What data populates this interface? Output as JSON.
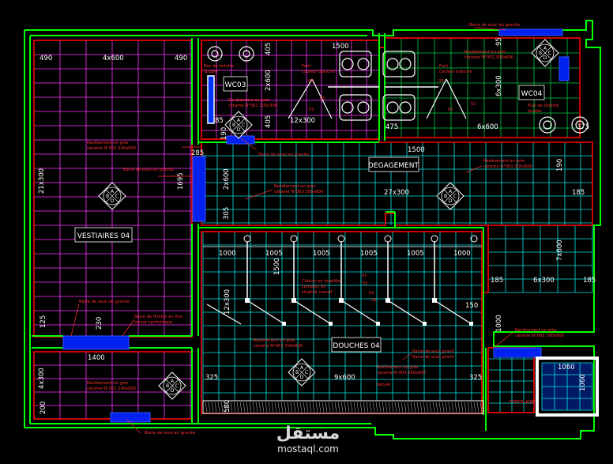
{
  "colors": {
    "background": "#000000",
    "wall": "#00ff00",
    "red_line": "#ff0000",
    "tile_magenta": "#ff33ff",
    "tile_cyan": "#00e5e5",
    "tile_green": "#00cc44",
    "blue_fill": "#0033ff",
    "dim_text": "#ffffff",
    "annotation": "#ff2222"
  },
  "rooms": {
    "vestiaires": "VESTIAIRES 04",
    "wc03": "WC03",
    "wc04": "WC04",
    "degagement": "DEGAGEMENT",
    "douches": "DOUCHES 04"
  },
  "symbol": {
    "top": "A",
    "left": "B",
    "right": "C",
    "bottom": "D"
  },
  "dimensions": {
    "d490_left": "490",
    "d4x600": "4x600",
    "d490_right": "490",
    "d21x300": "21x300",
    "d125": "125",
    "d230": "230",
    "d1400": "1400",
    "d4x300": "4x300",
    "d200": "200",
    "d1500_top": "1500",
    "d405_a": "405",
    "d2x600": "2x600",
    "d405_b": "405",
    "d85": "85",
    "d190_a": "190",
    "d12x300": "12x300",
    "d475": "475",
    "d6x600": "6x600",
    "d375": "375",
    "d6x300": "6x300",
    "d95": "95",
    "d285": "285",
    "d1695": "1695",
    "d2x600_b": "2x600",
    "d305": "305",
    "d1500_mid": "1500",
    "d27x300": "27x300",
    "d190_b": "190",
    "d185_a": "185",
    "d1000": "1000",
    "d1005_a": "1005",
    "d1005_b": "1005",
    "d1005_c": "1005",
    "d1005_d": "1005",
    "d1500_v": "1500",
    "d12x300_b": "12x300",
    "d7x600": "7x600",
    "d185_b": "185",
    "d6x300_b": "6x300",
    "d185_c": "185",
    "d150": "150",
    "d1000_v": "1000",
    "d325_a": "325",
    "d9x600": "9x600",
    "d325_b": "325",
    "d580": "580",
    "d1060_h": "1060",
    "d1060_v": "1060"
  },
  "annotations": {
    "barre_top_right": "Barre de seuil en granite",
    "barre_wc03": "Barre de seuil en granite",
    "barre_degagement": "Barre de seuil en granite",
    "barre_vestiaires": "Barre de seuil en granite",
    "barre_bottom": "Barre de seuil en granite",
    "barre_douche": "Barre de seuil granit",
    "barre_finition": "Barre de finition en lino",
    "barre_finition2": "tressé synthétique",
    "rev_wc03_1": "Revêtement en grès",
    "rev_wc03_2": "cérame N°001 300x300",
    "rev_wc04_1": "Revêtement en grès",
    "rev_wc04_2": "cérame N°001 300x600",
    "rev_vest_1": "Revêtement en grès",
    "rev_vest_2": "cérame N°001 300x600",
    "rev_vest2_1": "Revêtement en grès",
    "rev_vest2_2": "cérame N°001 300x600",
    "rev_deg_1": "Revêtement en grès",
    "rev_deg_2": "cérame N°003 300x600",
    "rev_right_1": "Revêtement en grès",
    "rev_right_2": "cérame N°001 300x600",
    "rev_douche_1": "Revêtement en grès",
    "rev_douche_2": "cérame N°003 300x600",
    "rev_douche2_1": "Revêtement en grès",
    "rev_douche2_2": "cérame N°003 300x600",
    "rev_douche2_3": "décalé",
    "rev_bot_right_1": "Revêtement en grès",
    "rev_bot_right_2": "cérame N°005 300x600",
    "rev_wc04b_1": "Plus de toilette",
    "rev_wc04b_2": "double",
    "rev_wc03b_1": "Bac de toilette",
    "rev_wc03b_2": "double",
    "cloison_1": "Cloison en stratifié",
    "cloison_2": "compact en",
    "cloison_3": "stratifié massif",
    "font_1": "Font",
    "font_2": "couleur blanche",
    "n01": "01",
    "n02": "02",
    "n03": "03",
    "n01b": "01",
    "n02b": "02",
    "n03b": "03",
    "porcelaine": "PORCELAINE"
  },
  "watermark": {
    "logo": "مستقل",
    "site": "mostaql.com"
  }
}
